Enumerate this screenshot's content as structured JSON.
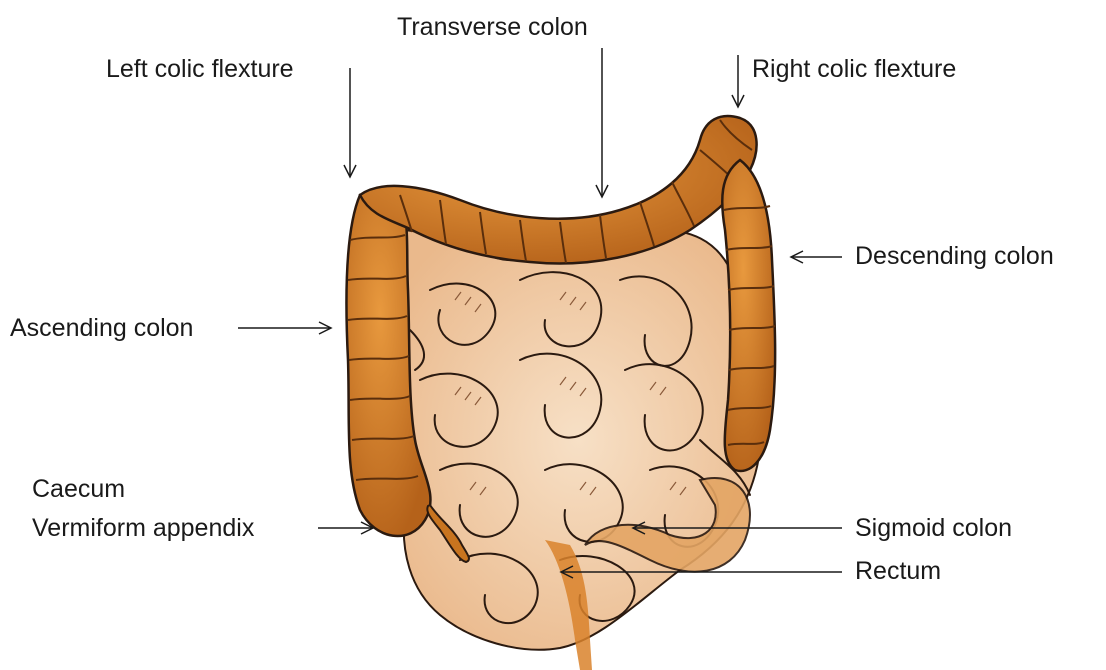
{
  "diagram": {
    "labels": {
      "transverse_colon": "Transverse colon",
      "left_colic_flexture": "Left colic flexture",
      "right_colic_flexture": "Right colic flexture",
      "descending_colon": "Descending colon",
      "ascending_colon": "Ascending colon",
      "caecum": "Caecum",
      "vermiform_appendix": "Vermiform appendix",
      "sigmoid_colon": "Sigmoid colon",
      "rectum": "Rectum"
    },
    "colors": {
      "large_intestine": "#c8741f",
      "large_intestine_dark": "#8a4a12",
      "small_intestine": "#f3d2b0",
      "small_intestine_shade": "#e2a978",
      "outline": "#2b1a10",
      "rectum": "#d9822b",
      "text": "#1a1a1a"
    }
  }
}
